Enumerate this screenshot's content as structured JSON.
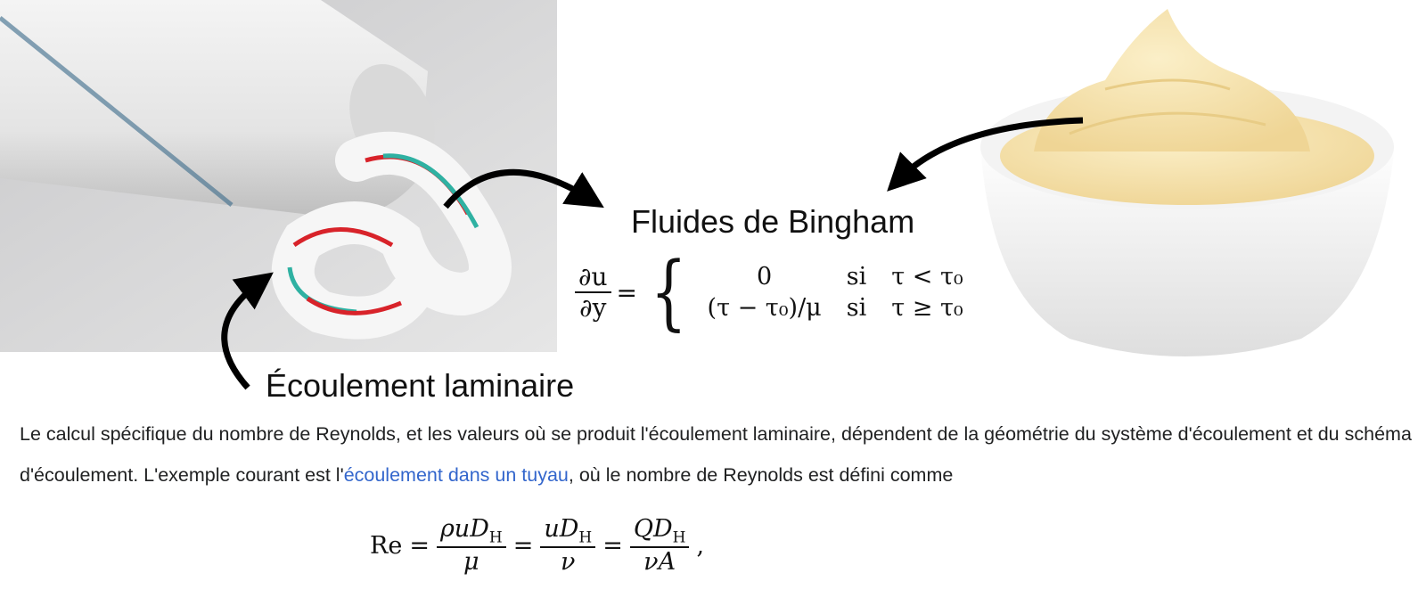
{
  "labels": {
    "bingham": "Fluides de Bingham",
    "laminar": "Écoulement laminaire"
  },
  "bingham_equation": {
    "lhs_num": "∂u",
    "lhs_den": "∂y",
    "equals": "=",
    "cases": [
      {
        "value": "0",
        "cond_word": "si",
        "condition": "τ < τ₀"
      },
      {
        "value": "(τ − τ₀)/μ",
        "cond_word": "si",
        "condition": "τ ≥ τ₀"
      }
    ]
  },
  "paragraph": {
    "text_before_link": "Le calcul spécifique du nombre de Reynolds, et les valeurs où se produit l'écoulement laminaire, dépendent de la géométrie du système d'écoulement et du schéma d'écoulement. L'exemple courant est l'",
    "link": "écoulement dans un tuyau",
    "text_after_link": ", où le nombre de Reynolds est défini comme"
  },
  "reynolds_equation": {
    "lhs": "Re",
    "eq": "=",
    "f1_num": "ρuD",
    "f1_den": "μ",
    "f2_num": "uD",
    "f2_den": "ν",
    "f3_num": "QD",
    "f3_den": "νA",
    "subscript": "H",
    "trailing": ","
  },
  "colors": {
    "link": "#3366cc",
    "text": "#202122",
    "photo_bg": "#dcdcdc",
    "mayo": "#f6e2ad"
  }
}
